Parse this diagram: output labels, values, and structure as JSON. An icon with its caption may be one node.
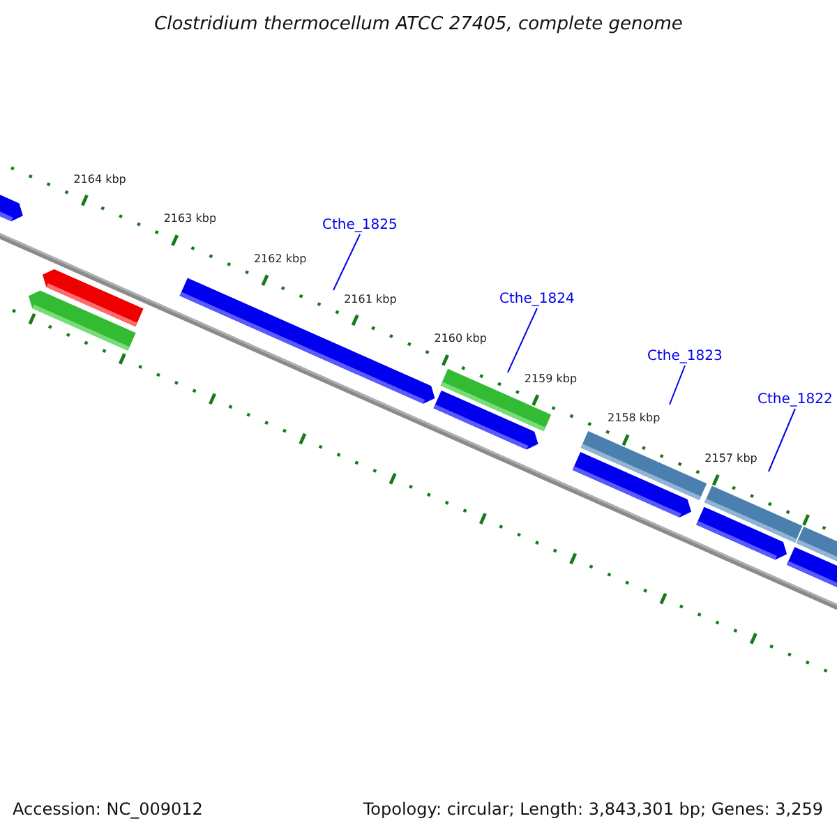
{
  "diagram": {
    "title": "Clostridium thermocellum ATCC 27405, complete genome",
    "nodes": [
      {
        "text": [
          "Cthe_1825"
        ]
      },
      {
        "text": [
          "Cthe_1824"
        ]
      },
      {
        "text": [
          "Cthe_1823"
        ]
      },
      {
        "text": [
          "Cthe_1822"
        ]
      }
    ],
    "edges": [
      {
        "from": 0,
        "to": null,
        "arrow": "none"
      },
      {
        "from": 1,
        "to": null,
        "arrow": "none"
      },
      {
        "from": 2,
        "to": null,
        "arrow": "none"
      },
      {
        "from": 3,
        "to": null,
        "arrow": "none"
      }
    ],
    "labels": [
      "2164 kbp",
      "2163 kbp",
      "2162 kbp",
      "2161 kbp",
      "2160 kbp",
      "2159 kbp",
      "2158 kbp",
      "2157 kbp",
      "Accession: NC_009012",
      "Topology: circular; Length: 3,843,301 bp; Genes: 3,259"
    ]
  }
}
